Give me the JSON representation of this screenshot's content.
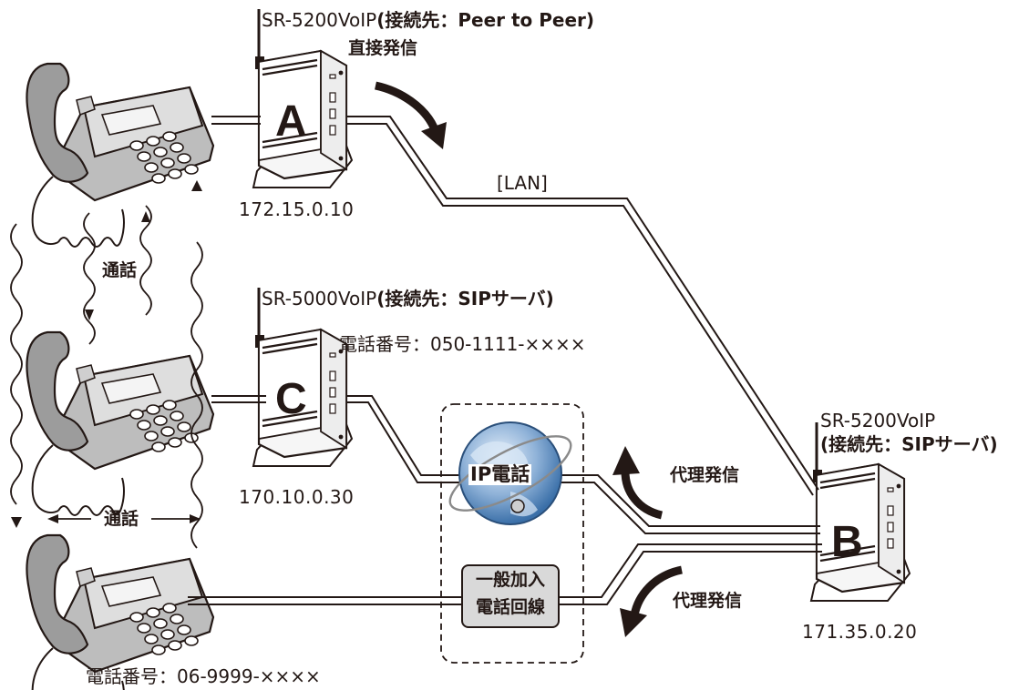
{
  "devices": {
    "a": {
      "model": "SR-5200VoIP",
      "mode": "(接続先：Peer to Peer)",
      "letter": "A",
      "ip": "172.15.0.10",
      "action": "直接発信"
    },
    "c": {
      "model": "SR-5000VoIP",
      "mode": "(接続先：SIPサーバ)",
      "letter": "C",
      "ip": "170.10.0.30",
      "phone_number": "電話番号：050-1111-××××"
    },
    "b": {
      "model": "SR-5200VoIP",
      "mode": "(接続先：SIPサーバ)",
      "letter": "B",
      "ip": "171.35.0.20"
    }
  },
  "lan_label": "[LAN]",
  "call_labels": {
    "upper": "通話",
    "lower": "通話"
  },
  "networks": {
    "ip_phone": "IP電話",
    "pstn_line1": "一般加入",
    "pstn_line2": "電話回線"
  },
  "proxy_labels": {
    "upper": "代理発信",
    "lower": "代理発信"
  },
  "bottom_phone_number": "電話番号：06-9999-××××",
  "colors": {
    "ink": "#231815",
    "globe_blue": "#3a6fa8",
    "box_fill": "#d9d9d9",
    "phone_gray": "#bdbdbd"
  }
}
